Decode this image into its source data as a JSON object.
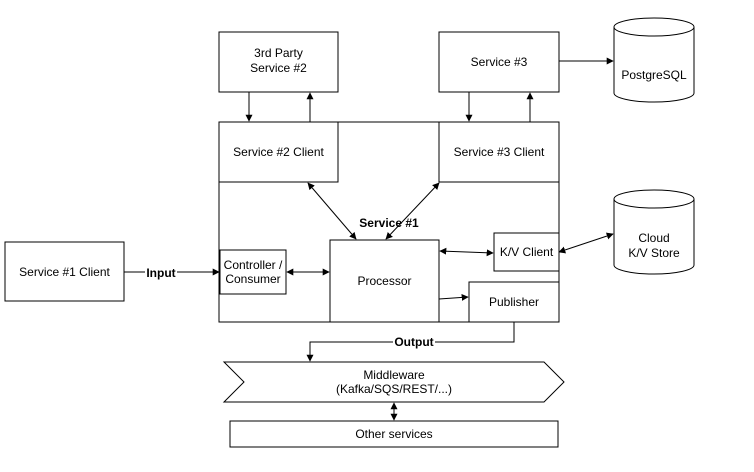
{
  "diagram": {
    "nodes": {
      "third_party_service_2": {
        "lines": [
          "3rd Party",
          "Service #2"
        ]
      },
      "service_3": {
        "lines": [
          "Service #3"
        ]
      },
      "postgresql": {
        "lines": [
          "PostgreSQL"
        ]
      },
      "service_2_client": {
        "lines": [
          "Service #2 Client"
        ]
      },
      "service_3_client": {
        "lines": [
          "Service #3 Client"
        ]
      },
      "service_1": {
        "lines": [
          "Service #1"
        ]
      },
      "service_1_client": {
        "lines": [
          "Service #1 Client"
        ]
      },
      "controller_consumer": {
        "lines": [
          "Controller /",
          "Consumer"
        ]
      },
      "processor": {
        "lines": [
          "Processor"
        ]
      },
      "kv_client": {
        "lines": [
          "K/V Client"
        ]
      },
      "publisher": {
        "lines": [
          "Publisher"
        ]
      },
      "cloud_kv_store": {
        "lines": [
          "Cloud",
          "K/V Store"
        ]
      },
      "middleware": {
        "lines": [
          "Middleware",
          "(Kafka/SQS/REST/...)"
        ]
      },
      "other_services": {
        "lines": [
          "Other services"
        ]
      }
    },
    "edge_labels": {
      "input": "Input",
      "output": "Output"
    }
  }
}
